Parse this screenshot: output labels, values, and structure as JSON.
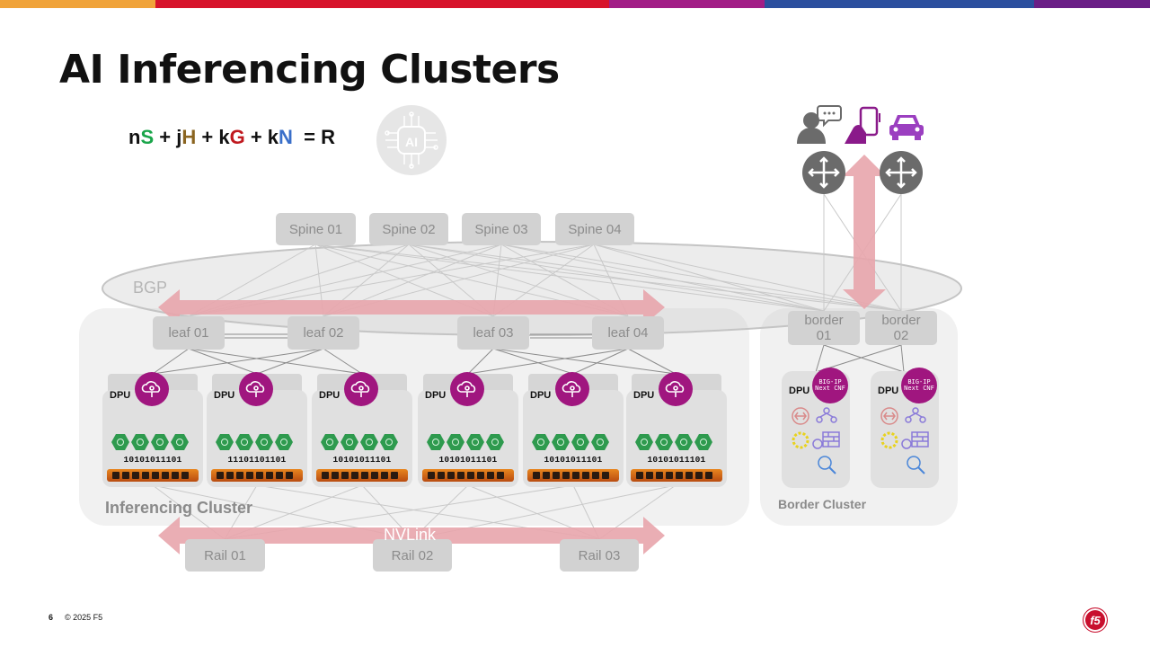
{
  "slide": {
    "title": "AI Inferencing Clusters",
    "formula": {
      "n": "n",
      "S": "S",
      "j": "+ j",
      "H": "H",
      "k1": "+ k",
      "G": "G",
      "k2": "+ k",
      "N": "N",
      "eq": " = R"
    },
    "ai_icon_label": "AI",
    "bgp_label": "BGP",
    "nvlink_label": "NVLink",
    "inferencing_cluster_label": "Inferencing Cluster",
    "border_cluster_label": "Border Cluster",
    "footer": {
      "page": "6",
      "copyright": "© 2025 F5"
    }
  },
  "spines": [
    "Spine 01",
    "Spine 02",
    "Spine 03",
    "Spine 04"
  ],
  "leaves": [
    "leaf 01",
    "leaf 02",
    "leaf 03",
    "leaf 04"
  ],
  "borders": [
    "border 01",
    "border 02"
  ],
  "rails": [
    "Rail 01",
    "Rail 02",
    "Rail 03"
  ],
  "nodes": [
    {
      "dpu": "DPU",
      "bits": "10101011101"
    },
    {
      "dpu": "DPU",
      "bits": "11101101101"
    },
    {
      "dpu": "DPU",
      "bits": "10101011101"
    },
    {
      "dpu": "DPU",
      "bits": "10101011101"
    },
    {
      "dpu": "DPU",
      "bits": "10101011101"
    },
    {
      "dpu": "DPU",
      "bits": "10101011101"
    }
  ],
  "border_nodes": [
    {
      "dpu": "DPU",
      "badge": "BIG-IP Next CNF"
    },
    {
      "dpu": "DPU",
      "badge": "BIG-IP Next CNF"
    }
  ],
  "colors": {
    "accent_bars": [
      "#f0a33a",
      "#d7132b",
      "#a21d86",
      "#2b4f9e",
      "#6a1e86"
    ],
    "arrow": "#e8a5ac",
    "magenta": "#a0167f"
  },
  "icons": [
    "ai-chip-icon",
    "user-chat-icon",
    "mobile-device-icon",
    "car-icon",
    "router-icon",
    "cloud-network-icon",
    "kubernetes-hex-icon",
    "f5-logo-icon"
  ]
}
